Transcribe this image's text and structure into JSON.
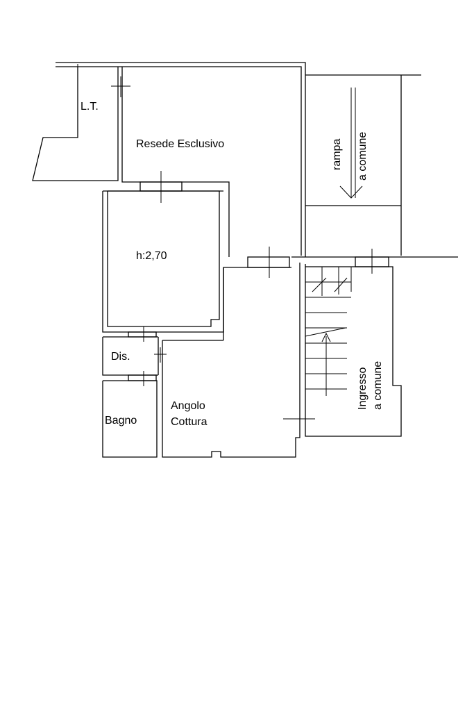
{
  "floorplan": {
    "rooms": {
      "lt": "L.T.",
      "resede": "Resede Esclusivo",
      "room_height": "h:2,70",
      "dis": "Dis.",
      "bagno": "Bagno",
      "angolo_line1": "Angolo",
      "angolo_line2": "Cottura"
    },
    "shared": {
      "rampa_line1": "rampa",
      "rampa_line2": "a comune",
      "ingresso_line1": "Ingresso",
      "ingresso_line2": "a comune"
    }
  }
}
